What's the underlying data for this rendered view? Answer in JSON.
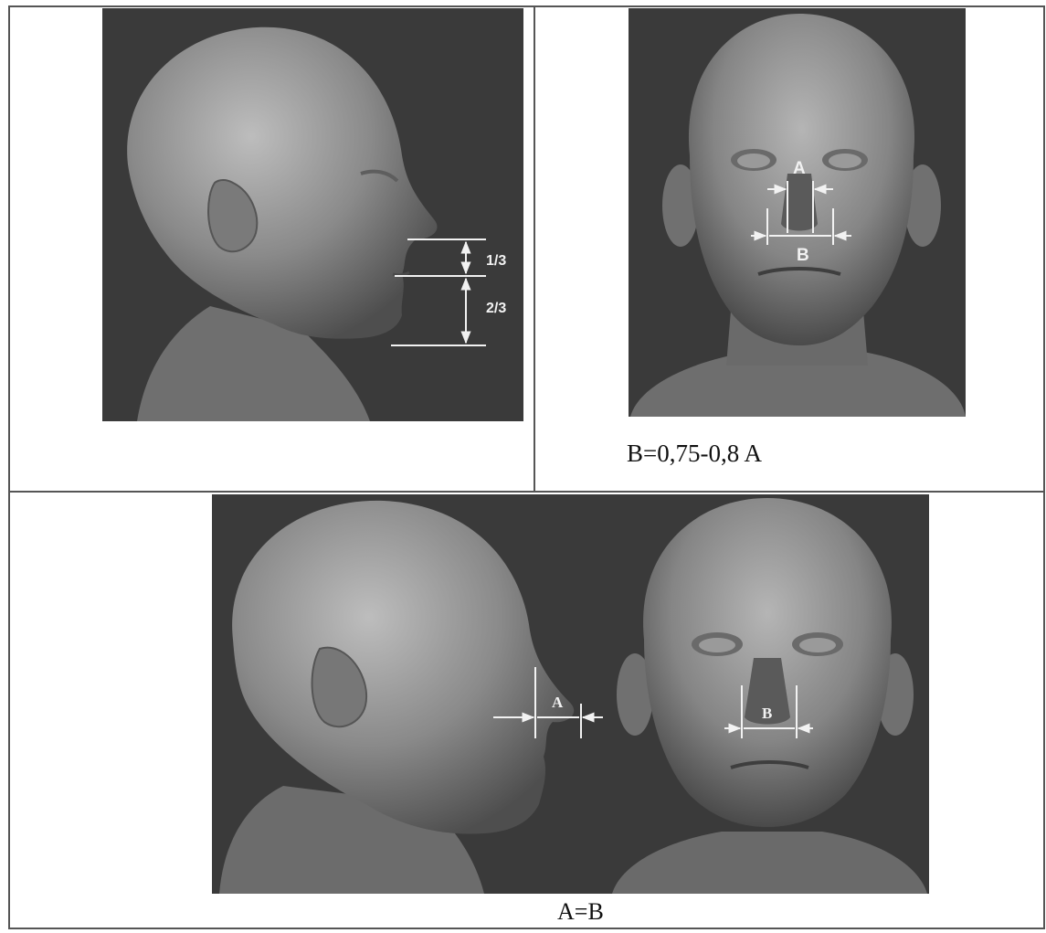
{
  "panels": {
    "top_left": {
      "labels": [
        "1/3",
        "2/3"
      ]
    },
    "top_right": {
      "label_a": "A",
      "label_b": "B",
      "caption": "B=0,75-0,8 A"
    },
    "bottom": {
      "label_a": "A",
      "label_b": "B",
      "caption": "A=B"
    }
  },
  "colors": {
    "panel_background": "#3a3a3a",
    "head_skin": "#8c8c8c",
    "annotation_line": "#f2f2f2",
    "frame_border": "#555555"
  }
}
